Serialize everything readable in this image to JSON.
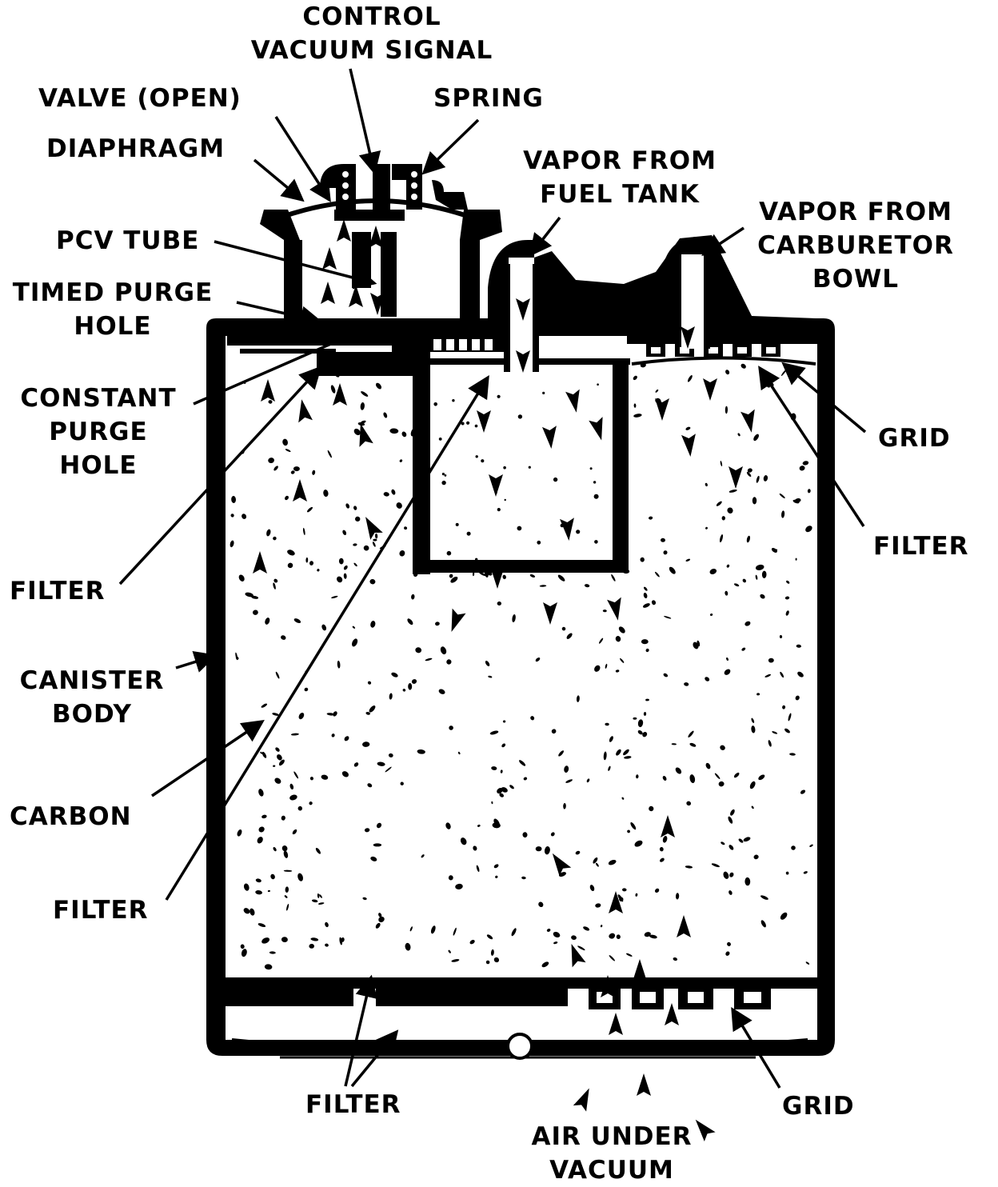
{
  "colors": {
    "ink": "#000000",
    "paper": "#ffffff"
  },
  "labels": {
    "control_vacuum_signal": [
      "CONTROL",
      "VACUUM SIGNAL"
    ],
    "valve_open": "VALVE (OPEN)",
    "spring": "SPRING",
    "diaphragm": "DIAPHRAGM",
    "vapor_from_fuel_tank": [
      "VAPOR FROM",
      "FUEL TANK"
    ],
    "vapor_from_carburetor_bowl": [
      "VAPOR FROM",
      "CARBURETOR",
      "BOWL"
    ],
    "pcv_tube": "PCV TUBE",
    "timed_purge_hole": [
      "TIMED PURGE",
      "HOLE"
    ],
    "constant_purge_hole": [
      "CONSTANT",
      "PURGE",
      "HOLE"
    ],
    "grid_upper": "GRID",
    "filter_upper_right": "FILTER",
    "filter_left": "FILTER",
    "canister_body": [
      "CANISTER",
      "BODY"
    ],
    "carbon": "CARBON",
    "filter_lower_left": "FILTER",
    "filter_bottom": "FILTER",
    "grid_bottom": "GRID",
    "air_under_vacuum": [
      "AIR UNDER",
      "VACUUM"
    ]
  }
}
